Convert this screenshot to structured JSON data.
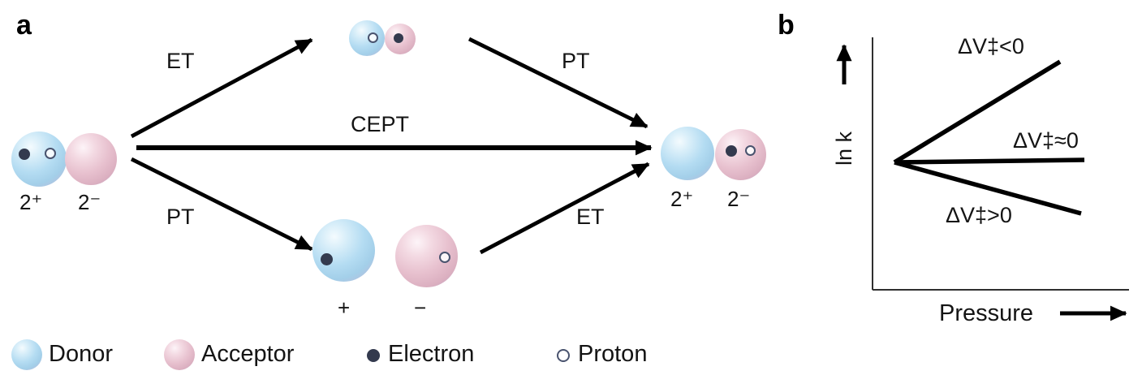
{
  "figure": {
    "panel_a": {
      "label": "a",
      "arrows": {
        "et_top": "ET",
        "pt_top": "PT",
        "cept": "CEPT",
        "pt_bottom": "PT",
        "et_bottom": "ET"
      },
      "reactant": {
        "donor_charge": "2⁺",
        "acceptor_charge": "2⁻"
      },
      "intermediate_bottom": {
        "donor_charge": "+",
        "acceptor_charge": "−"
      },
      "product": {
        "donor_charge": "2⁺",
        "acceptor_charge": "2⁻"
      },
      "legend": [
        {
          "icon": "donor-sphere",
          "label": "Donor"
        },
        {
          "icon": "acceptor-sphere",
          "label": "Acceptor"
        },
        {
          "icon": "electron-dot",
          "label": "Electron"
        },
        {
          "icon": "proton-circle",
          "label": "Proton"
        }
      ]
    },
    "panel_b": {
      "label": "b",
      "ylabel": "ln k",
      "xlabel": "Pressure",
      "line_labels": [
        "ΔV‡<0",
        "ΔV‡≈0",
        "ΔV‡>0"
      ]
    }
  },
  "colors": {
    "donor_sphere": "#aed9f0",
    "acceptor_sphere": "#e7c0ce",
    "electron": "#333a4e",
    "proton_ring": "#49536e",
    "arrow": "#000000"
  },
  "chart_data": {
    "type": "line",
    "title": "",
    "xlabel": "Pressure",
    "ylabel": "ln k",
    "x_ticks": [],
    "y_ticks": [],
    "grid": false,
    "legend_position": "inline-labels",
    "series": [
      {
        "name": "ΔV‡<0",
        "x": [
          0,
          1
        ],
        "y": [
          0,
          0.85
        ]
      },
      {
        "name": "ΔV‡≈0",
        "x": [
          0,
          1
        ],
        "y": [
          0,
          0.02
        ]
      },
      {
        "name": "ΔV‡>0",
        "x": [
          0,
          1
        ],
        "y": [
          0,
          -0.45
        ]
      }
    ]
  }
}
